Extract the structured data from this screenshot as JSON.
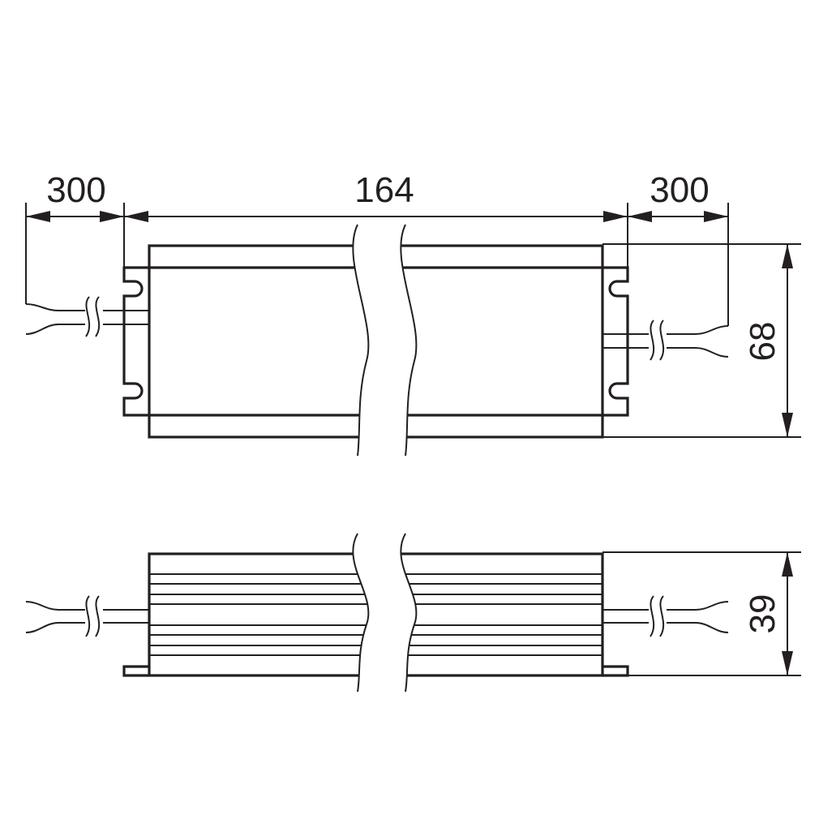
{
  "top_view": {
    "dims": {
      "left_cable_length": "300",
      "body_length": "164",
      "right_cable_length": "300",
      "width": "68"
    }
  },
  "side_view": {
    "dims": {
      "height": "39"
    }
  },
  "colors": {
    "line": "#231f20",
    "background": "#ffffff"
  }
}
